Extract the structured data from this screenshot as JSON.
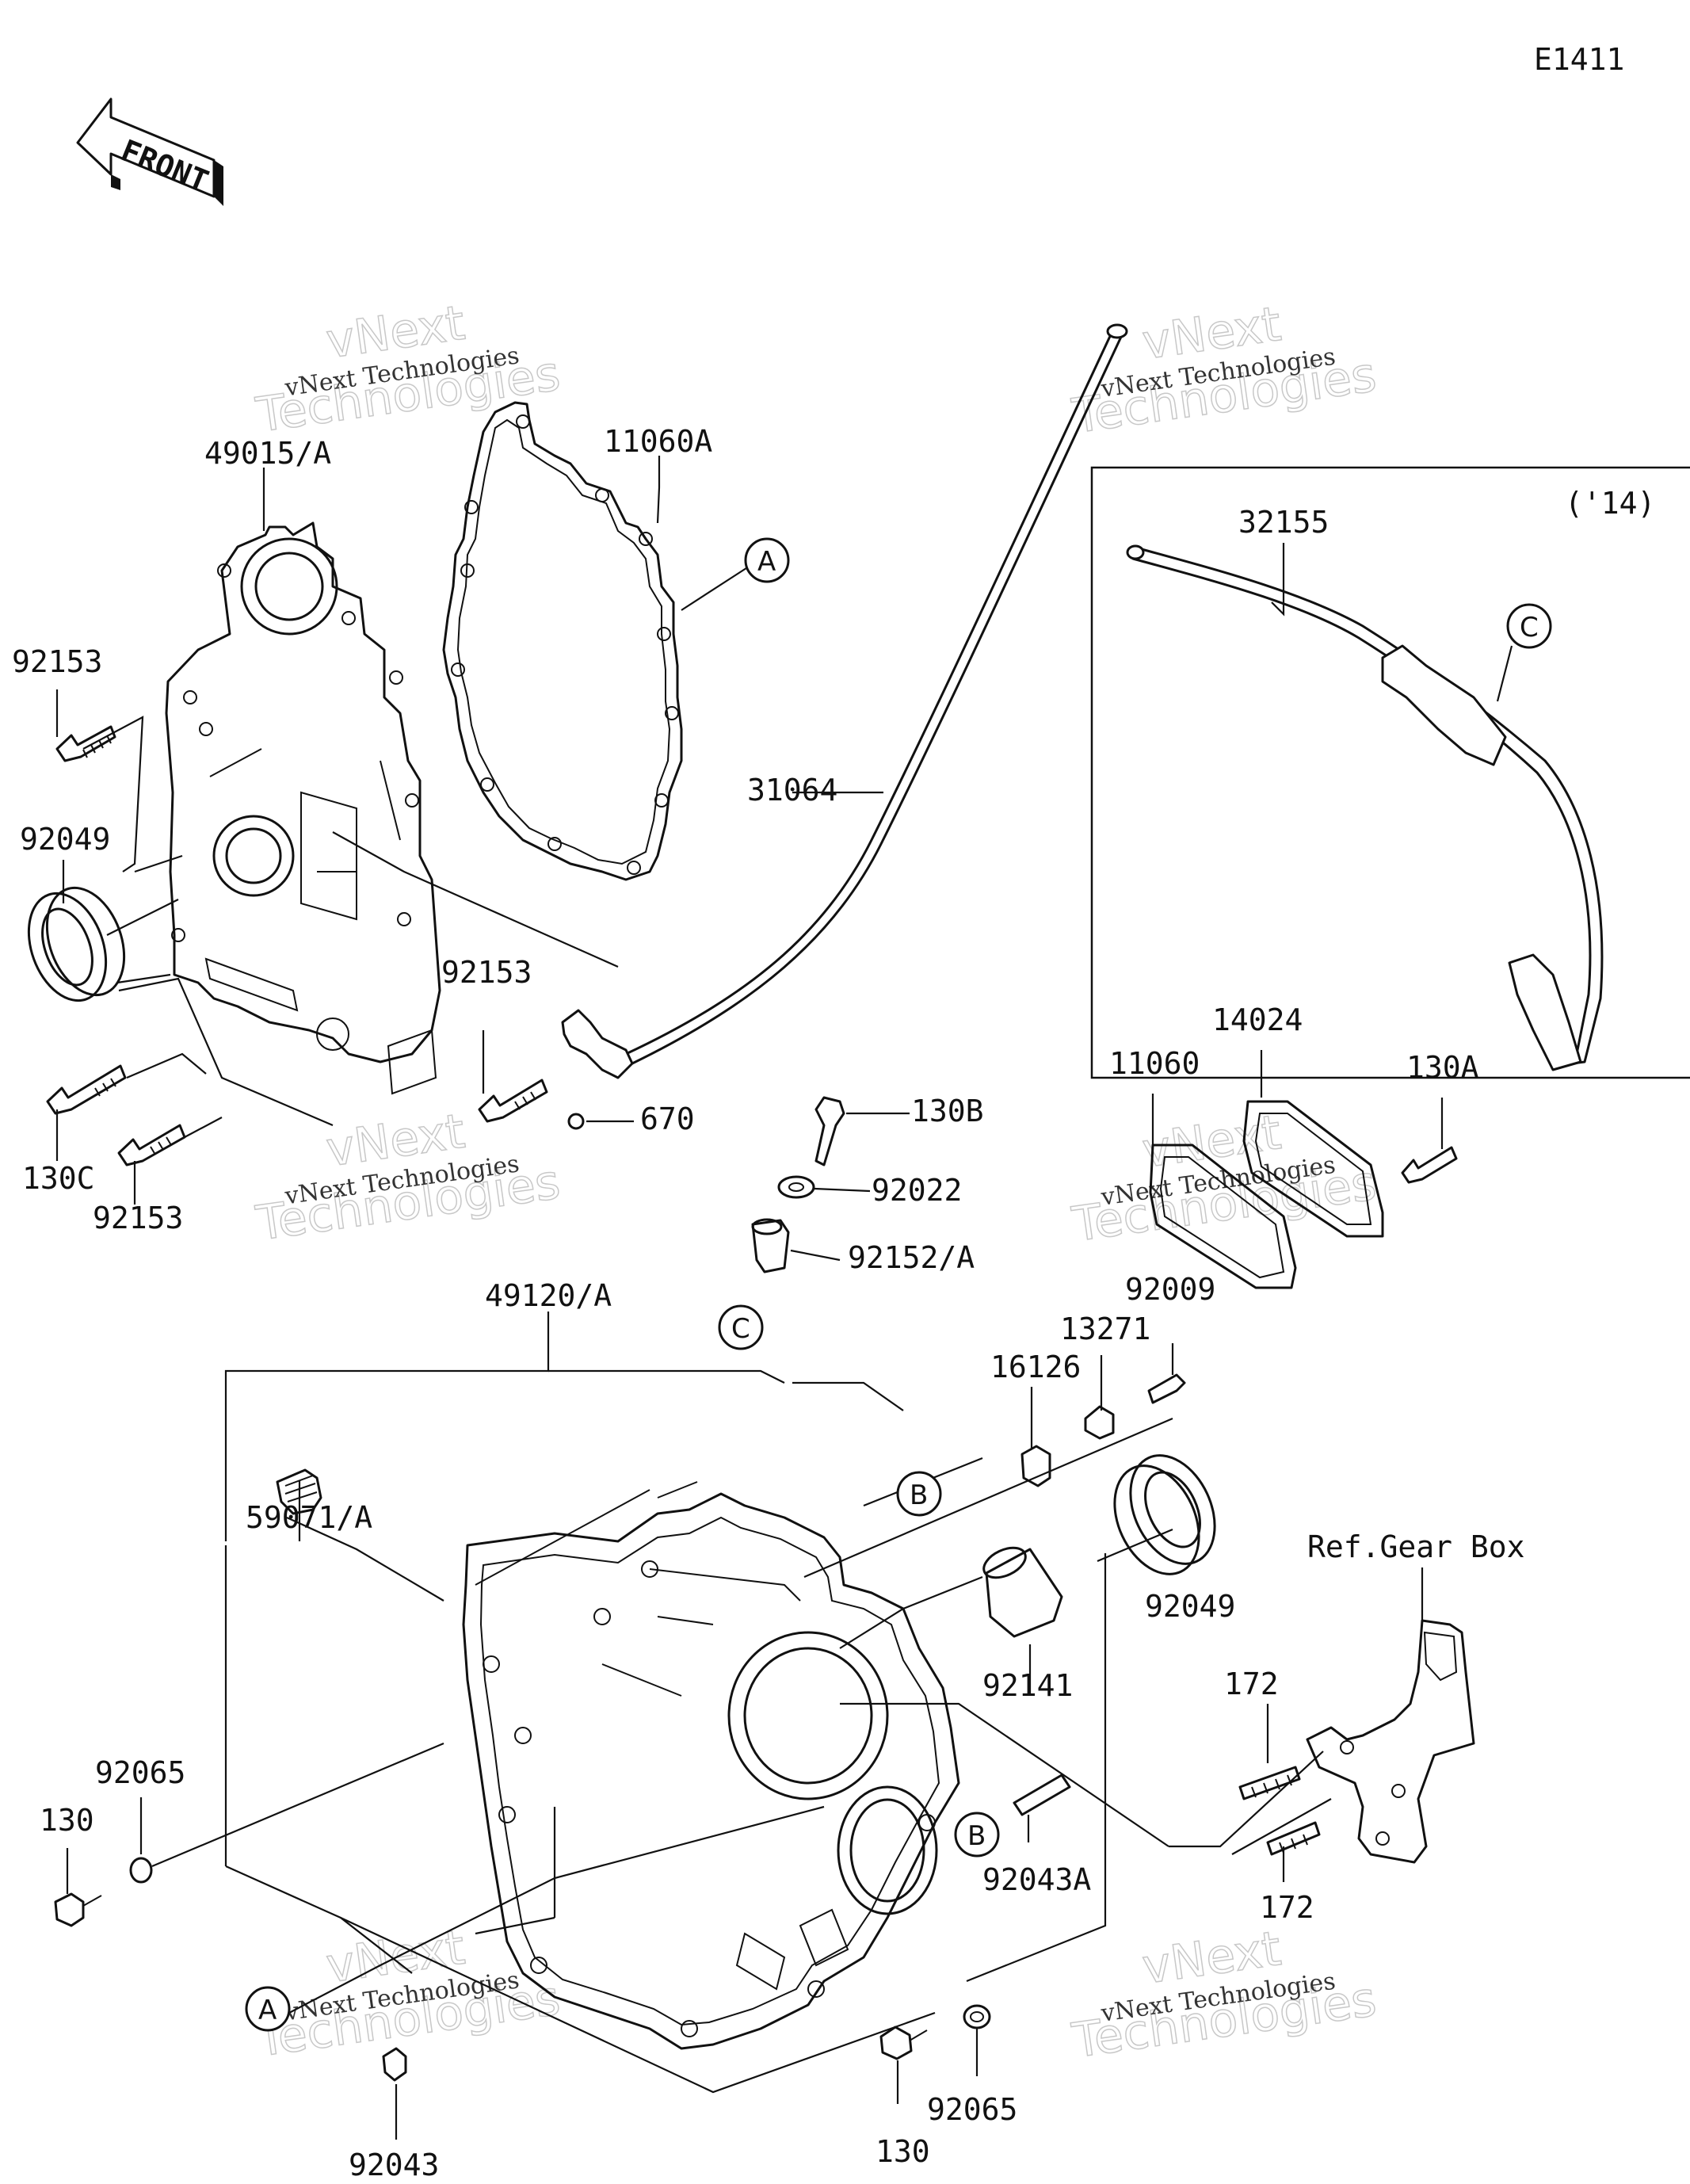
{
  "diagram_code": "E1411",
  "front_label": "FRONT",
  "year_note": "('14)",
  "reference_note": "Ref.Gear Box",
  "watermark": {
    "line1": "vNext Technologies",
    "line2": "vNext",
    "line3": "Technologies"
  },
  "parts": {
    "p49015A": "49015/A",
    "p11060A": "11060A",
    "p92153_top": "92153",
    "p92049_left": "92049",
    "p92153_mid": "92153",
    "p130C": "130C",
    "p92153_bottom": "92153",
    "p31064": "31064",
    "p670": "670",
    "p32155": "32155",
    "p14024": "14024",
    "p11060": "11060",
    "p130A": "130A",
    "p130B": "130B",
    "p92022": "92022",
    "p92152A": "92152/A",
    "p49120A": "49120/A",
    "p92009": "92009",
    "p13271": "13271",
    "p16126": "16126",
    "p59071A": "59071/A",
    "p92049_right": "92049",
    "p92141": "92141",
    "p172_top": "172",
    "p172_bottom": "172",
    "p92065_left": "92065",
    "p130_left": "130",
    "p92043A": "92043A",
    "p92043": "92043",
    "p130_bottom": "130",
    "p92065_bottom": "92065"
  },
  "callouts": {
    "a_top": "A",
    "a_bottom": "A",
    "b_top": "B",
    "b_bottom": "B",
    "c_top": "C",
    "c_mid": "C"
  }
}
